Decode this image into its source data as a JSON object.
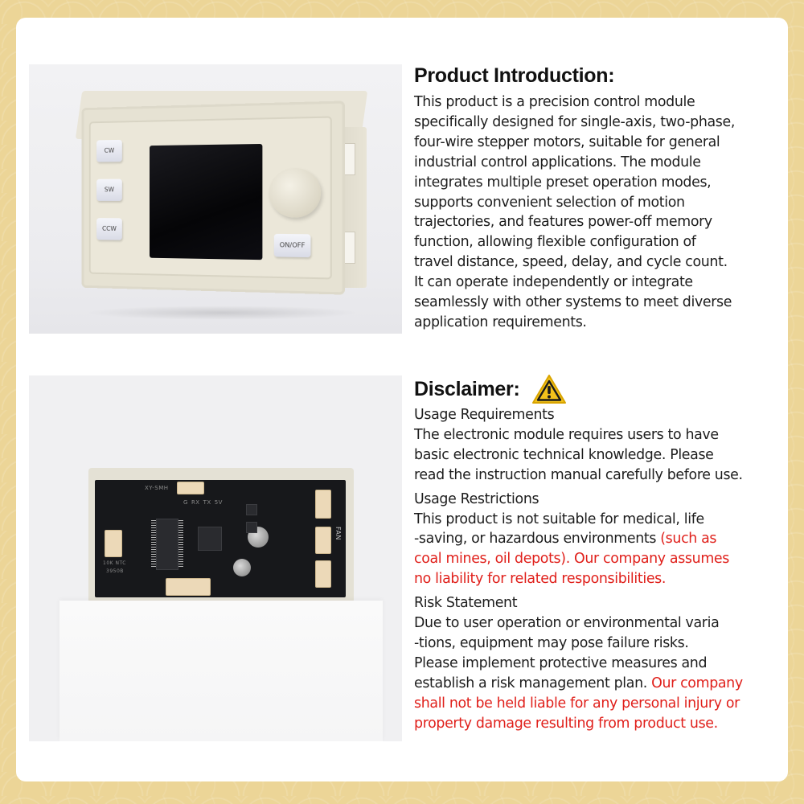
{
  "colors": {
    "background": "#ecd597",
    "panel": "#ffffff",
    "text": "#1d1d1d",
    "heading": "#111111",
    "warning_red": "#e0201b",
    "warning_icon_fill": "#f2c21b"
  },
  "product_images": [
    {
      "name": "front-view",
      "buttons": [
        "CW",
        "SW",
        "CCW",
        "ON/OFF"
      ]
    },
    {
      "name": "back-pcb-view",
      "labels": {
        "model": "XY-SMH",
        "uart": [
          "G",
          "RX",
          "TX",
          "5V"
        ],
        "fan": "FAN",
        "ntc": "10K NTC",
        "ntc_b": "3950B"
      }
    }
  ],
  "intro": {
    "title": "Product Introduction:",
    "lines": [
      "This product is a precision control module",
      "specifically designed for single-axis, two-phase,",
      "four-wire stepper motors, suitable for general",
      "industrial control applications. The module",
      "integrates multiple preset operation modes,",
      "supports convenient selection of motion",
      "trajectories, and features power-off memory",
      "function, allowing flexible configuration of",
      "travel distance, speed, delay, and cycle count.",
      "It can operate independently or integrate",
      "seamlessly with other systems to meet diverse",
      "application requirements."
    ]
  },
  "disclaimer": {
    "title": "Disclaimer:",
    "icon": "warning-triangle-icon",
    "sections": [
      {
        "heading": "Usage Requirements",
        "lines": [
          {
            "black": "The electronic module requires users to have",
            "red": ""
          },
          {
            "black": "basic electronic technical knowledge. Please",
            "red": ""
          },
          {
            "black": "read the instruction manual carefully before use.",
            "red": ""
          }
        ]
      },
      {
        "heading": "Usage Restrictions",
        "lines": [
          {
            "black": "This product is not suitable for medical, life",
            "red": ""
          },
          {
            "black": "-saving, or hazardous environments ",
            "red": "(such as"
          },
          {
            "black": "",
            "red": "coal mines, oil depots). Our company assumes"
          },
          {
            "black": "",
            "red": "no liability for related responsibilities."
          }
        ]
      },
      {
        "heading": "Risk Statement",
        "lines": [
          {
            "black": "Due to user operation or environmental varia",
            "red": ""
          },
          {
            "black": "-tions, equipment may pose failure risks.",
            "red": ""
          },
          {
            "black": "Please implement protective measures and",
            "red": ""
          },
          {
            "black": "establish a risk management plan. ",
            "red": "Our company"
          },
          {
            "black": "",
            "red": "shall not be held liable for any personal injury or"
          },
          {
            "black": "",
            "red": "property damage resulting from product use."
          }
        ]
      }
    ]
  }
}
